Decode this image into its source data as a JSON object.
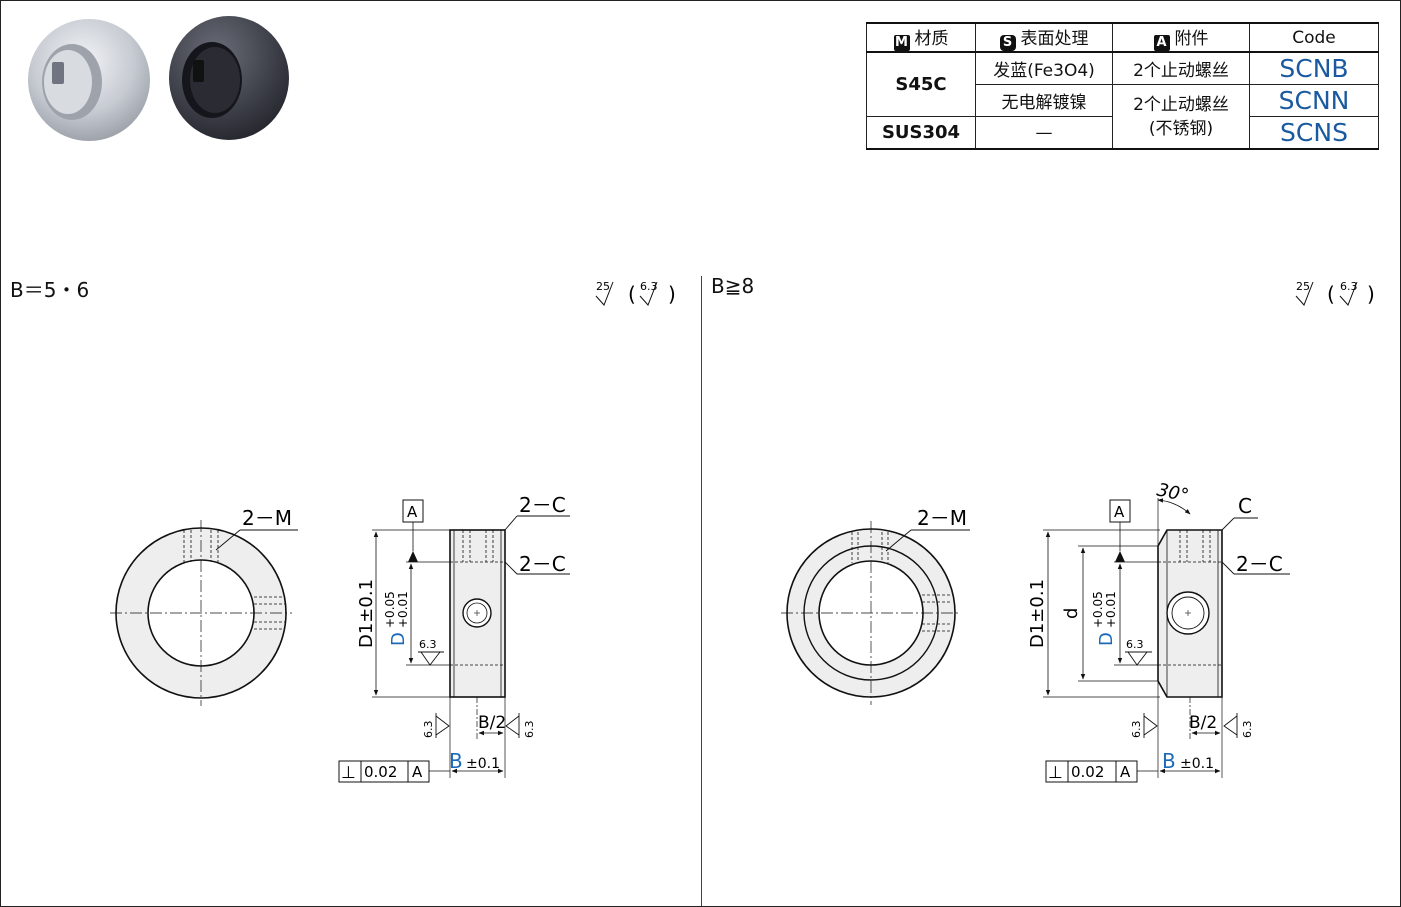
{
  "table": {
    "headers": [
      {
        "icon": "M",
        "label": "材质"
      },
      {
        "icon": "S",
        "label": "表面处理"
      },
      {
        "icon": "A",
        "label": "附件"
      },
      {
        "label": "Code"
      }
    ],
    "materials": [
      "S45C",
      "SUS304"
    ],
    "treatments": [
      "发蓝(Fe3O4)",
      "无电解镀镍",
      "—"
    ],
    "accessories": [
      "2个止动螺丝",
      "2个止动螺丝",
      "(不锈钢)"
    ],
    "codes": [
      "SCNB",
      "SCNN",
      "SCNS"
    ]
  },
  "left": {
    "title": "B＝5・6",
    "roughness_main": "25",
    "roughness_alt": "6.3",
    "label_2M": "2－M",
    "label_2C_top": "2－C",
    "label_2C_side": "2－C",
    "datum": "A",
    "dim_D1": "D1±0.1",
    "dim_D": "D",
    "dim_D_tol_upper": "+0.05",
    "dim_D_tol_lower": "+0.01",
    "roughness_bore": "6.3",
    "roughness_face_left": "6.3",
    "roughness_face_right": "6.3",
    "dim_B_half": "B/2",
    "dim_B": "B",
    "dim_B_tol": "±0.1",
    "tolerance_symbol": "⊥",
    "tolerance_value": "0.02",
    "tolerance_datum": "A"
  },
  "right": {
    "title": "B≧8",
    "roughness_main": "25",
    "roughness_alt": "6.3",
    "label_2M": "2－M",
    "label_C": "C",
    "label_2C_side": "2－C",
    "angle": "30°",
    "datum": "A",
    "dim_D1": "D1±0.1",
    "dim_d": "d",
    "dim_D": "D",
    "dim_D_tol_upper": "+0.05",
    "dim_D_tol_lower": "+0.01",
    "roughness_bore": "6.3",
    "roughness_face_left": "6.3",
    "roughness_face_right": "6.3",
    "dim_B_half": "B/2",
    "dim_B": "B",
    "dim_B_tol": "±0.1",
    "tolerance_symbol": "⊥",
    "tolerance_value": "0.02",
    "tolerance_datum": "A"
  },
  "colors": {
    "code_blue": "#1a5aa0",
    "dim_blue": "#1a6ab8",
    "ring_fill": "#eeeeee",
    "line": "#111111"
  }
}
